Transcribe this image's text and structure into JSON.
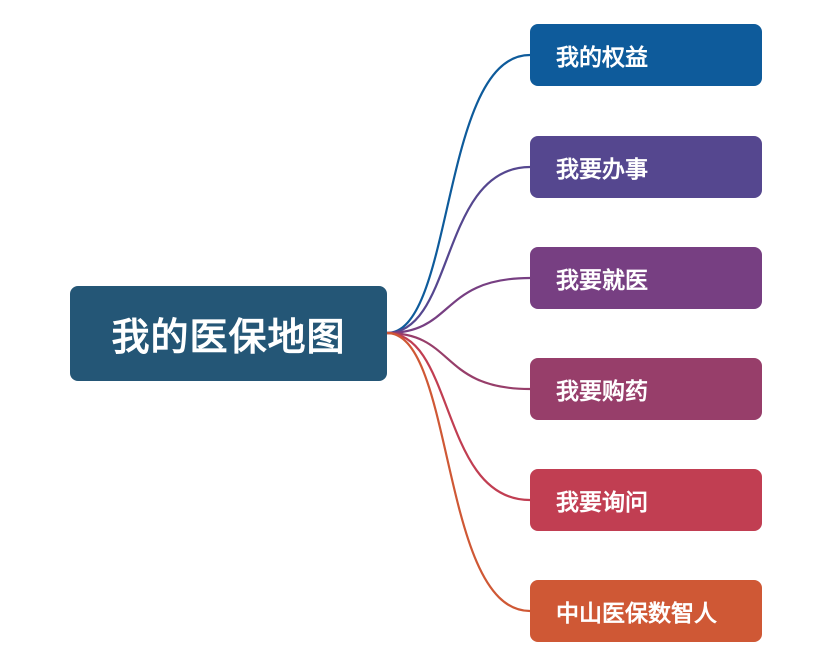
{
  "root": {
    "label": "我的医保地图",
    "color": "#245676"
  },
  "children": [
    {
      "label": "我的权益",
      "color": "#0e5b9b"
    },
    {
      "label": "我要办事",
      "color": "#55478f"
    },
    {
      "label": "我要就医",
      "color": "#773f82"
    },
    {
      "label": "我要购药",
      "color": "#973e6a"
    },
    {
      "label": "我要询问",
      "color": "#c13e52"
    },
    {
      "label": "中山医保数智人",
      "color": "#cf5835"
    }
  ]
}
